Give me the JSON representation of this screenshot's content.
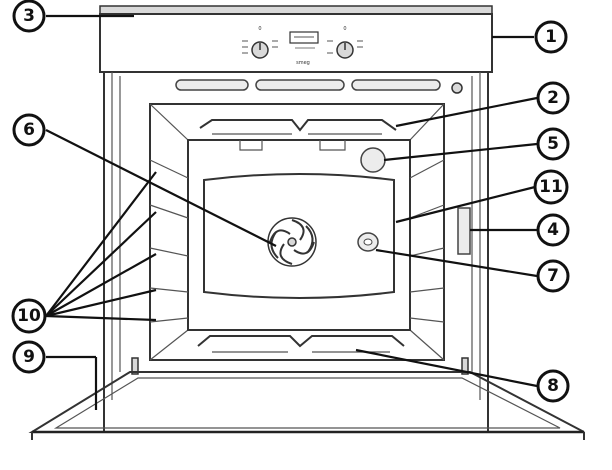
{
  "diagram": {
    "callouts": [
      {
        "id": "1",
        "label": "1"
      },
      {
        "id": "2",
        "label": "2"
      },
      {
        "id": "3",
        "label": "3"
      },
      {
        "id": "4",
        "label": "4"
      },
      {
        "id": "5",
        "label": "5"
      },
      {
        "id": "6",
        "label": "6"
      },
      {
        "id": "7",
        "label": "7"
      },
      {
        "id": "8",
        "label": "8"
      },
      {
        "id": "9",
        "label": "9"
      },
      {
        "id": "10",
        "label": "10"
      },
      {
        "id": "11",
        "label": "11"
      }
    ],
    "panel": {
      "brand": "smeg",
      "knob_left_top": "0",
      "knob_right_top": "0"
    }
  }
}
